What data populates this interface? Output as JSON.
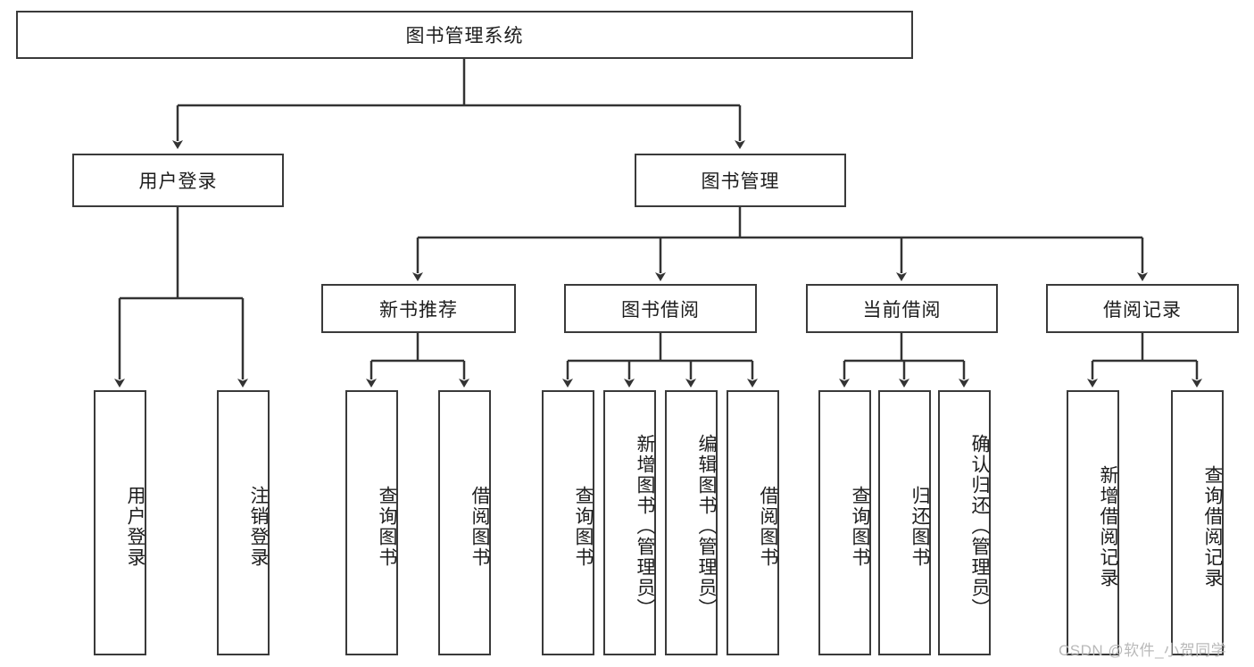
{
  "diagram": {
    "title": "图书管理系统",
    "type": "tree",
    "colors": {
      "background": "#ffffff",
      "box_border": "#3a3a3a",
      "box_fill": "#ffffff",
      "connector": "#333333",
      "text": "#1d1d1d",
      "watermark": "#b9b9b9"
    },
    "root": {
      "label": "图书管理系统",
      "orientation": "horizontal"
    },
    "level2": [
      {
        "label": "用户登录",
        "orientation": "horizontal"
      },
      {
        "label": "图书管理",
        "orientation": "horizontal"
      }
    ],
    "level3": [
      {
        "label": "新书推荐",
        "orientation": "horizontal"
      },
      {
        "label": "图书借阅",
        "orientation": "horizontal"
      },
      {
        "label": "当前借阅",
        "orientation": "horizontal"
      },
      {
        "label": "借阅记录",
        "orientation": "horizontal"
      }
    ],
    "leaves": {
      "user_login": [
        {
          "label": "用户登录",
          "orientation": "vertical"
        },
        {
          "label": "注销登录",
          "orientation": "vertical"
        }
      ],
      "new_book_recommend": [
        {
          "label": "查询图书",
          "orientation": "vertical"
        },
        {
          "label": "借阅图书",
          "orientation": "vertical"
        }
      ],
      "book_borrow": [
        {
          "label": "查询图书",
          "orientation": "vertical"
        },
        {
          "label": "新增图书（管理员）",
          "orientation": "vertical"
        },
        {
          "label": "编辑图书（管理员）",
          "orientation": "vertical"
        },
        {
          "label": "借阅图书",
          "orientation": "vertical"
        }
      ],
      "current_borrow": [
        {
          "label": "查询图书",
          "orientation": "vertical"
        },
        {
          "label": "归还图书",
          "orientation": "vertical"
        },
        {
          "label": "确认归还（管理员）",
          "orientation": "vertical"
        }
      ],
      "borrow_record": [
        {
          "label": "新增借阅记录",
          "orientation": "vertical"
        },
        {
          "label": "查询借阅记录",
          "orientation": "vertical"
        }
      ]
    },
    "watermark": "CSDN @软件_小贺同学"
  }
}
